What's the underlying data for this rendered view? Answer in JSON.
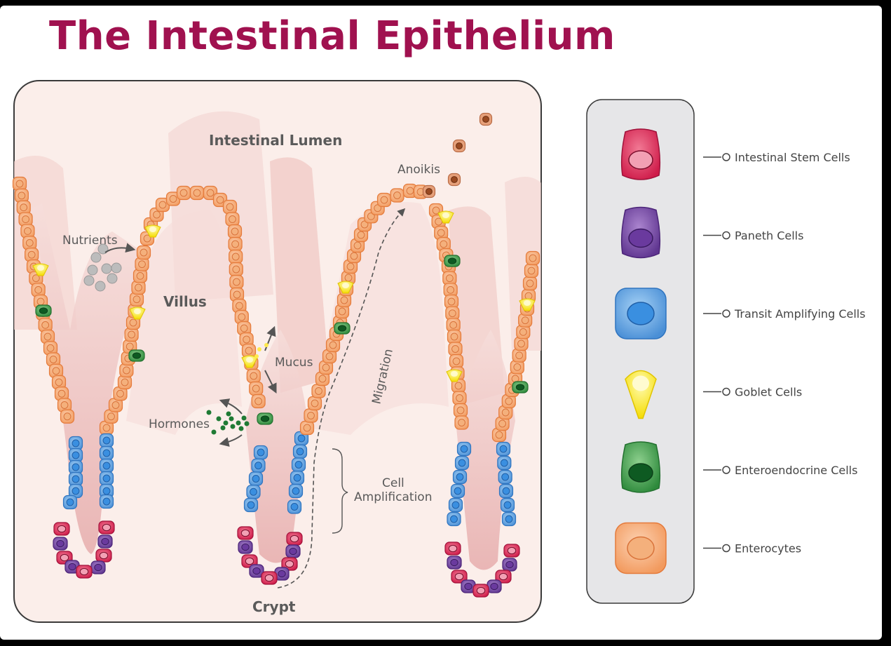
{
  "title": "The Intestinal Epithelium",
  "labels": {
    "lumen": "Intestinal Lumen",
    "villus": "Villus",
    "crypt": "Crypt",
    "nutrients": "Nutrients",
    "mucus": "Mucus",
    "hormones": "Hormones",
    "anoikis": "Anoikis",
    "migration": "Migration",
    "amplification_line1": "Cell",
    "amplification_line2": "Amplification"
  },
  "legend": [
    {
      "label": "Intestinal Stem Cells",
      "color": "#e8365f"
    },
    {
      "label": "Paneth Cells",
      "color": "#7b4aa8"
    },
    {
      "label": "Transit Amplifying Cells",
      "color": "#5ea6e3"
    },
    {
      "label": "Goblet Cells",
      "color": "#f7e61a"
    },
    {
      "label": "Enteroendocrine Cells",
      "color": "#3e9b4a"
    },
    {
      "label": "Enterocytes",
      "color": "#f6a26a"
    }
  ],
  "colors": {
    "title": "#a0114f",
    "panel": "#fbeeea",
    "tissue": "#f0c3c0",
    "legend_bg": "#e6e6e8"
  }
}
